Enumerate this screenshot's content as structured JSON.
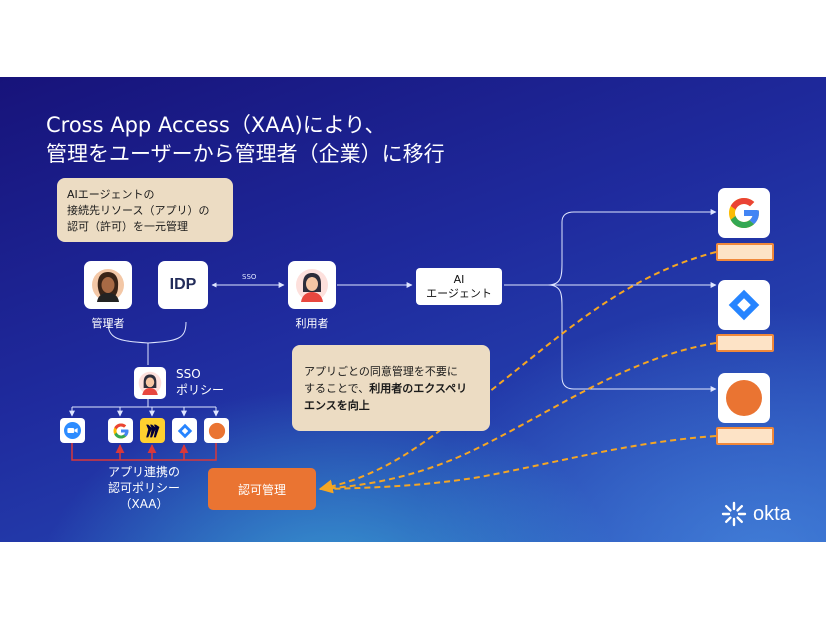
{
  "title": {
    "line1": "Cross App Access（XAA)により、",
    "line2": "管理をユーザーから管理者（企業）に移行"
  },
  "admin_note": {
    "line1": "AIエージェントの",
    "line2": "接続先リソース（アプリ）の",
    "line3": "認可（許可）を一元管理"
  },
  "admin": {
    "label": "管理者",
    "icon": "person-avatar-icon"
  },
  "idp": {
    "label": "IDP"
  },
  "sso_link": {
    "label": "SSO"
  },
  "user": {
    "label": "利用者",
    "icon": "person-avatar-icon"
  },
  "ai_agent": {
    "line1": "AI",
    "line2": "エージェント"
  },
  "sso_policy": {
    "line1": "SSO",
    "line2": "ポリシー"
  },
  "consent_note": {
    "line1": "アプリごとの同意管理を不要に",
    "line2_plain": "することで、",
    "line2_bold": "利用者のエクスペリ",
    "line3_bold": "エンスを向上"
  },
  "app_policy": {
    "line1": "アプリ連携の",
    "line2": "認可ポリシー",
    "line3": "（XAA）"
  },
  "authorization": {
    "label": "認可管理"
  },
  "apps": [
    {
      "icon": "google-icon"
    },
    {
      "icon": "jira-icon"
    },
    {
      "icon": "orange-circle-app-icon"
    }
  ],
  "policy_apps": [
    {
      "icon": "zoom-icon"
    },
    {
      "icon": "google-icon"
    },
    {
      "icon": "miro-icon"
    },
    {
      "icon": "jira-icon"
    },
    {
      "icon": "orange-circle-app-icon"
    }
  ],
  "brand": {
    "label": "okta"
  },
  "colors": {
    "accent_orange": "#ea7432",
    "dash_orange": "#f5a623",
    "note_beige": "#ecdcc3",
    "peach": "#fde3c6",
    "arrow_red": "#d9383a",
    "google_blue": "#4285f4",
    "google_red": "#ea4335",
    "google_yellow": "#fbbc05",
    "google_green": "#34a853",
    "jira_blue": "#2684ff",
    "zoom_blue": "#2d8cff",
    "miro_yellow": "#ffd02f"
  }
}
